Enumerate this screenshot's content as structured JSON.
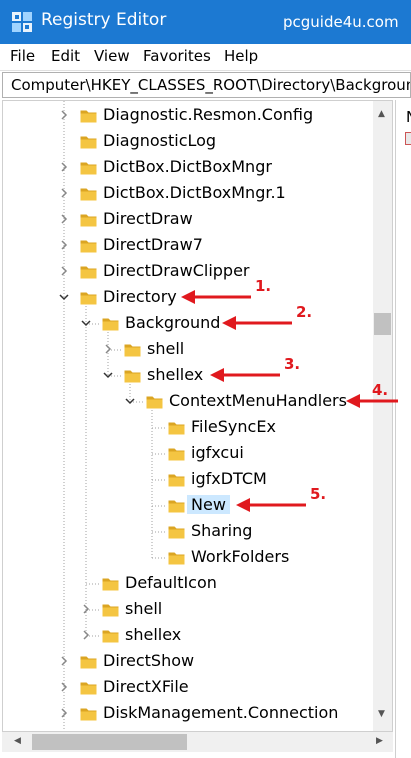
{
  "window": {
    "title": "Registry Editor",
    "watermark": "pcguide4u.com"
  },
  "menu": [
    "File",
    "Edit",
    "View",
    "Favorites",
    "Help"
  ],
  "address": "Computer\\HKEY_CLASSES_ROOT\\Directory\\Background",
  "tree": [
    {
      "label": "Diagnostic.Resmon.Config",
      "depth": 0,
      "expander": "collapsed"
    },
    {
      "label": "DiagnosticLog",
      "depth": 0,
      "expander": "none"
    },
    {
      "label": "DictBox.DictBoxMngr",
      "depth": 0,
      "expander": "collapsed"
    },
    {
      "label": "DictBox.DictBoxMngr.1",
      "depth": 0,
      "expander": "collapsed"
    },
    {
      "label": "DirectDraw",
      "depth": 0,
      "expander": "collapsed"
    },
    {
      "label": "DirectDraw7",
      "depth": 0,
      "expander": "collapsed"
    },
    {
      "label": "DirectDrawClipper",
      "depth": 0,
      "expander": "collapsed"
    },
    {
      "label": "Directory",
      "depth": 0,
      "expander": "expanded"
    },
    {
      "label": "Background",
      "depth": 1,
      "expander": "expanded"
    },
    {
      "label": "shell",
      "depth": 2,
      "expander": "collapsed"
    },
    {
      "label": "shellex",
      "depth": 2,
      "expander": "expanded"
    },
    {
      "label": "ContextMenuHandlers",
      "depth": 3,
      "expander": "expanded"
    },
    {
      "label": "FileSyncEx",
      "depth": 4,
      "expander": "none"
    },
    {
      "label": "igfxcui",
      "depth": 4,
      "expander": "none"
    },
    {
      "label": "igfxDTCM",
      "depth": 4,
      "expander": "none"
    },
    {
      "label": "New",
      "depth": 4,
      "expander": "none",
      "selected": true
    },
    {
      "label": "Sharing",
      "depth": 4,
      "expander": "none"
    },
    {
      "label": "WorkFolders",
      "depth": 4,
      "expander": "none"
    },
    {
      "label": "DefaultIcon",
      "depth": 1,
      "expander": "none"
    },
    {
      "label": "shell",
      "depth": 1,
      "expander": "collapsed"
    },
    {
      "label": "shellex",
      "depth": 1,
      "expander": "collapsed"
    },
    {
      "label": "DirectShow",
      "depth": 0,
      "expander": "collapsed"
    },
    {
      "label": "DirectXFile",
      "depth": 0,
      "expander": "collapsed"
    },
    {
      "label": "DiskManagement.Connection",
      "depth": 0,
      "expander": "collapsed"
    }
  ],
  "annotations": [
    {
      "number": "1.",
      "row": 7
    },
    {
      "number": "2.",
      "row": 8
    },
    {
      "number": "3.",
      "row": 10
    },
    {
      "number": "4.",
      "row": 11
    },
    {
      "number": "5.",
      "row": 15
    }
  ],
  "right_pane": {
    "header_letter": "N"
  },
  "colors": {
    "titlebar": "#1c79d2",
    "selection": "#cce8ff",
    "arrow": "#e0191e",
    "folder": "#f4c542",
    "folder_dark": "#dba523"
  },
  "icons": {
    "app": "registry-editor-icon",
    "folder": "folder-icon",
    "expanded": "chevron-down-icon",
    "collapsed": "chevron-right-icon",
    "scroll_up": "triangle-up-icon",
    "scroll_down": "triangle-down-icon",
    "scroll_left": "triangle-left-icon",
    "scroll_right": "triangle-right-icon"
  }
}
